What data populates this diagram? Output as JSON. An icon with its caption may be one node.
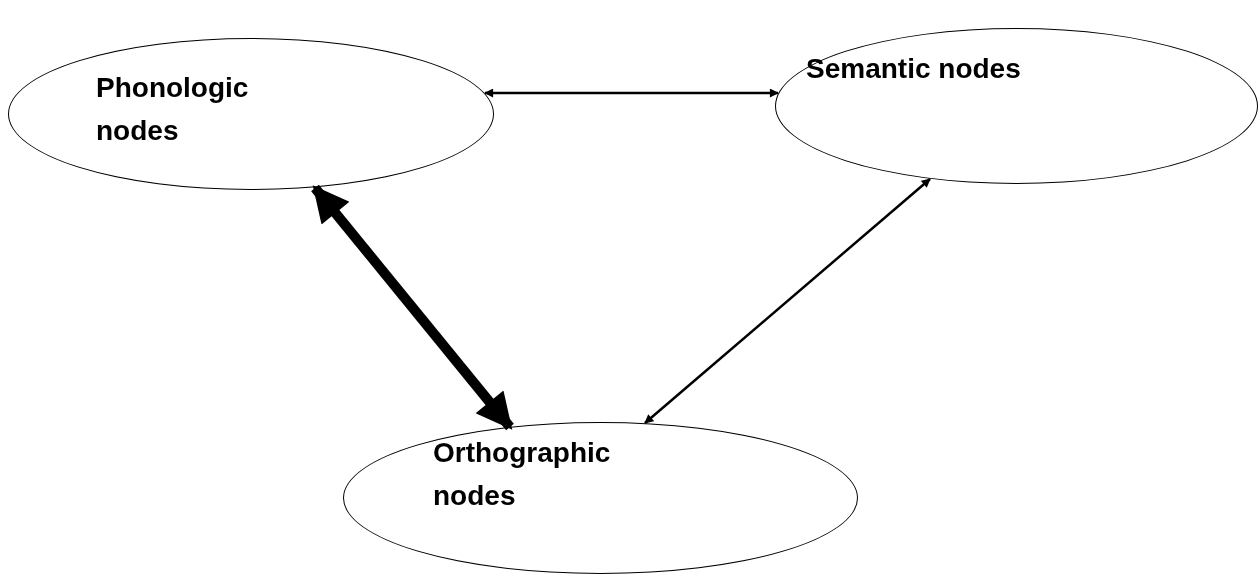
{
  "diagram": {
    "nodes": [
      {
        "text": [
          "Phonologic nodes"
        ]
      },
      {
        "text": [
          "Semantic nodes"
        ]
      },
      {
        "text": [
          "Orthographic nodes"
        ]
      }
    ],
    "edges": [
      {
        "from": 0,
        "to": 1,
        "arrow": "both"
      },
      {
        "from": 0,
        "to": 2,
        "arrow": "both",
        "style": "thick"
      },
      {
        "from": 2,
        "to": 1,
        "arrow": "both"
      }
    ]
  }
}
